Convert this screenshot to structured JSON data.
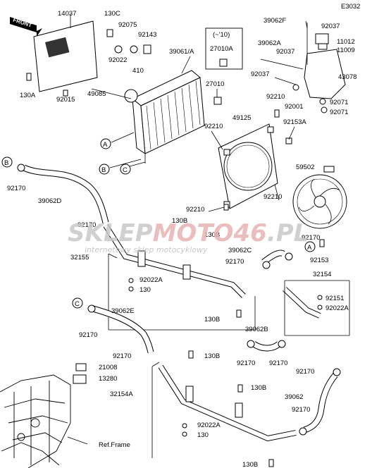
{
  "header": {
    "diagram_code": "E3032"
  },
  "front_arrow": {
    "text": "FRONT"
  },
  "version_box": {
    "note": "(~'10)",
    "part": "27010A"
  },
  "watermark": {
    "brand_a": "SKLEP",
    "brand_b": "MOTO",
    "brand_c": "46",
    "brand_d": ".PL",
    "tagline": "internetowy sklep motocyklowy"
  },
  "callout_letters": {
    "a": "A",
    "b": "B",
    "c": "C"
  },
  "ref_frame": "Ref.Frame",
  "parts": {
    "p14037": "14037",
    "p130c": "130C",
    "p92075": "92075",
    "p92143": "92143",
    "p92022a_top": "92022",
    "p410": "410",
    "p130a": "130A",
    "p92015": "92015",
    "p39061": "39061/A",
    "p49085": "49085",
    "p27010": "27010",
    "p39062f": "39062F",
    "p92037a": "92037",
    "p39062a": "39062A",
    "p92037b": "92037",
    "p92037c": "92037",
    "p11012": "11012",
    "p11009": "11009",
    "p43078": "43078",
    "p92001": "92001",
    "p92071a": "92071",
    "p92071b": "92071",
    "p92210a": "92210",
    "p49125": "49125",
    "p92210b": "92210",
    "p92153a": "92153A",
    "p59502": "59502",
    "p92210c": "92210",
    "p92210d": "92210",
    "p92170a": "92170",
    "p39062d": "39062D",
    "p92170b": "92170",
    "p130b_a": "130B",
    "p130b_b": "130B",
    "p32155": "32155",
    "p92022a_mid": "92022A",
    "p130_mid": "130",
    "p39062c": "39062C",
    "p92170c": "92170",
    "p92170d": "92170",
    "p92153": "92153",
    "p32154": "32154",
    "p92151": "92151",
    "p92022a_r": "92022A",
    "p130b_c": "130B",
    "p39062e": "39062E",
    "p92170e": "92170",
    "p39062b": "39062B",
    "p92170f": "92170",
    "p92170g": "92170",
    "p92170h": "92170",
    "p130b_d": "130B",
    "p21008": "21008",
    "p13280": "13280",
    "p130b_e": "130B",
    "p32154a": "32154A",
    "p39062": "39062",
    "p92170i": "92170",
    "p92022a_low": "92022A",
    "p130_low": "130",
    "p130b_f": "130B"
  }
}
